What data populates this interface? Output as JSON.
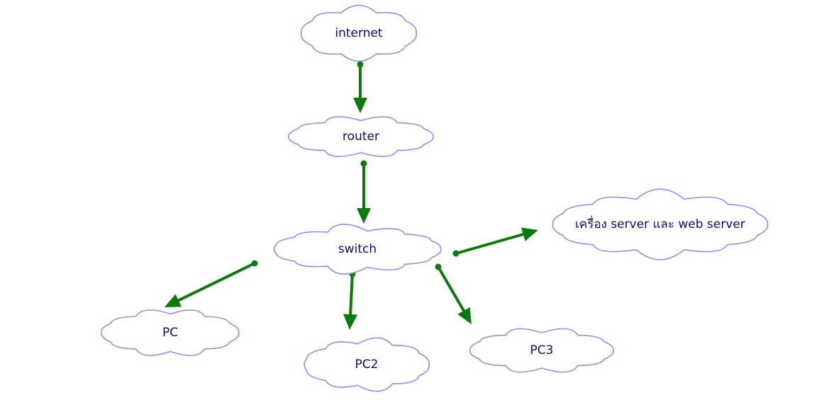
{
  "nodes": [
    {
      "id": "internet",
      "label": "internet"
    },
    {
      "id": "router",
      "label": "router"
    },
    {
      "id": "switch",
      "label": "switch"
    },
    {
      "id": "server",
      "label": "เครื่อง server และ web server"
    },
    {
      "id": "pc",
      "label": "PC"
    },
    {
      "id": "pc2",
      "label": "PC2"
    },
    {
      "id": "pc3",
      "label": "PC3"
    }
  ],
  "edges": [
    {
      "from": "internet",
      "to": "router"
    },
    {
      "from": "router",
      "to": "switch"
    },
    {
      "from": "switch",
      "to": "server"
    },
    {
      "from": "switch",
      "to": "pc"
    },
    {
      "from": "switch",
      "to": "pc2"
    },
    {
      "from": "switch",
      "to": "pc3"
    }
  ],
  "colors": {
    "arrow": "#0c7a0c",
    "cloud_outline": "#8f8fe6",
    "text": "#0d0d6b"
  }
}
